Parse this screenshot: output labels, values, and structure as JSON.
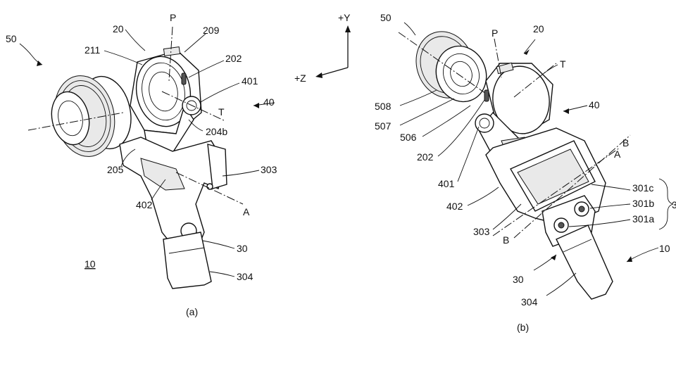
{
  "figure_a": {
    "caption": "(a)",
    "labels": {
      "device": "50",
      "gimbal_top": "20",
      "axis_p": "P",
      "part_209": "209",
      "part_211": "211",
      "part_202": "202",
      "part_401": "401",
      "motor_40": "40",
      "axis_t": "T",
      "part_204b": "204b",
      "part_205": "205",
      "part_303": "303",
      "part_402": "402",
      "axis_a": "A",
      "grip_30": "30",
      "part_304": "304",
      "assembly_10": "10"
    }
  },
  "axes": {
    "plus_y": "+Y",
    "plus_z": "+Z"
  },
  "figure_b": {
    "caption": "(b)",
    "labels": {
      "device": "50",
      "axis_p": "P",
      "gimbal_top": "20",
      "axis_t": "T",
      "part_508": "508",
      "part_507": "507",
      "part_506": "506",
      "part_202": "202",
      "motor_40": "40",
      "axis_b_top": "B",
      "axis_a": "A",
      "part_401": "401",
      "part_402": "402",
      "part_303": "303",
      "axis_b_bottom": "B",
      "part_301c": "301c",
      "part_301b": "301b",
      "part_301a": "301a",
      "group_3": "3",
      "assembly_10": "10",
      "grip_30": "30",
      "part_304": "304"
    }
  }
}
